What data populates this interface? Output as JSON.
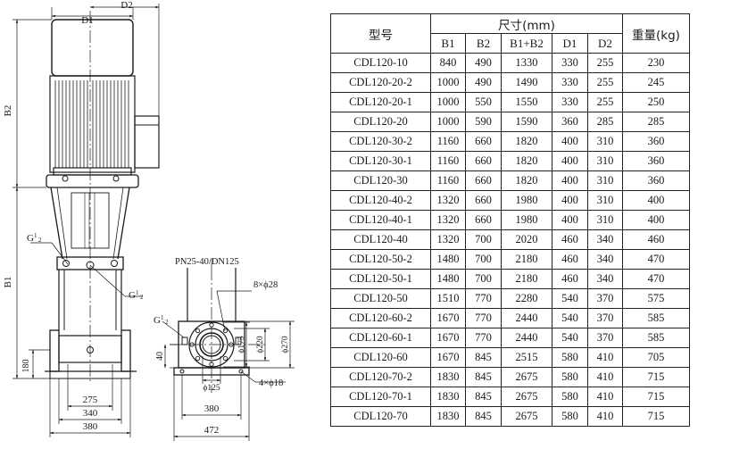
{
  "drawing": {
    "labels": {
      "d1": "D1",
      "d2": "D2",
      "b1": "B1",
      "b2": "B2",
      "g_top": "G",
      "g_mid": "G",
      "g_side": "G",
      "g_sup": "1",
      "g_sub": "2",
      "dim_275": "275",
      "dim_340": "340",
      "dim_380_front": "380",
      "dim_180": "180",
      "flange": "PN25-40/DN125",
      "holes": "8×ϕ28",
      "phi175": "ϕ175",
      "phi220": "ϕ220",
      "phi270": "ϕ270",
      "phi125": "ϕ125",
      "base_holes": "4×ϕ18",
      "dim_40": "40",
      "dim_380_side": "380",
      "dim_472": "472"
    }
  },
  "table": {
    "headers": {
      "model": "型号",
      "size_group": "尺寸(mm)",
      "weight": "重量(kg)",
      "cols": [
        "B1",
        "B2",
        "B1+B2",
        "D1",
        "D2"
      ]
    },
    "rows": [
      [
        "CDL120-10",
        "840",
        "490",
        "1330",
        "330",
        "255",
        "230"
      ],
      [
        "CDL120-20-2",
        "1000",
        "490",
        "1490",
        "330",
        "255",
        "245"
      ],
      [
        "CDL120-20-1",
        "1000",
        "550",
        "1550",
        "330",
        "255",
        "250"
      ],
      [
        "CDL120-20",
        "1000",
        "590",
        "1590",
        "360",
        "285",
        "285"
      ],
      [
        "CDL120-30-2",
        "1160",
        "660",
        "1820",
        "400",
        "310",
        "360"
      ],
      [
        "CDL120-30-1",
        "1160",
        "660",
        "1820",
        "400",
        "310",
        "360"
      ],
      [
        "CDL120-30",
        "1160",
        "660",
        "1820",
        "400",
        "310",
        "360"
      ],
      [
        "CDL120-40-2",
        "1320",
        "660",
        "1980",
        "400",
        "310",
        "400"
      ],
      [
        "CDL120-40-1",
        "1320",
        "660",
        "1980",
        "400",
        "310",
        "400"
      ],
      [
        "CDL120-40",
        "1320",
        "700",
        "2020",
        "460",
        "340",
        "460"
      ],
      [
        "CDL120-50-2",
        "1480",
        "700",
        "2180",
        "460",
        "340",
        "470"
      ],
      [
        "CDL120-50-1",
        "1480",
        "700",
        "2180",
        "460",
        "340",
        "470"
      ],
      [
        "CDL120-50",
        "1510",
        "770",
        "2280",
        "540",
        "370",
        "575"
      ],
      [
        "CDL120-60-2",
        "1670",
        "770",
        "2440",
        "540",
        "370",
        "585"
      ],
      [
        "CDL120-60-1",
        "1670",
        "770",
        "2440",
        "540",
        "370",
        "585"
      ],
      [
        "CDL120-60",
        "1670",
        "845",
        "2515",
        "580",
        "410",
        "705"
      ],
      [
        "CDL120-70-2",
        "1830",
        "845",
        "2675",
        "580",
        "410",
        "715"
      ],
      [
        "CDL120-70-1",
        "1830",
        "845",
        "2675",
        "580",
        "410",
        "715"
      ],
      [
        "CDL120-70",
        "1830",
        "845",
        "2675",
        "580",
        "410",
        "715"
      ]
    ]
  }
}
